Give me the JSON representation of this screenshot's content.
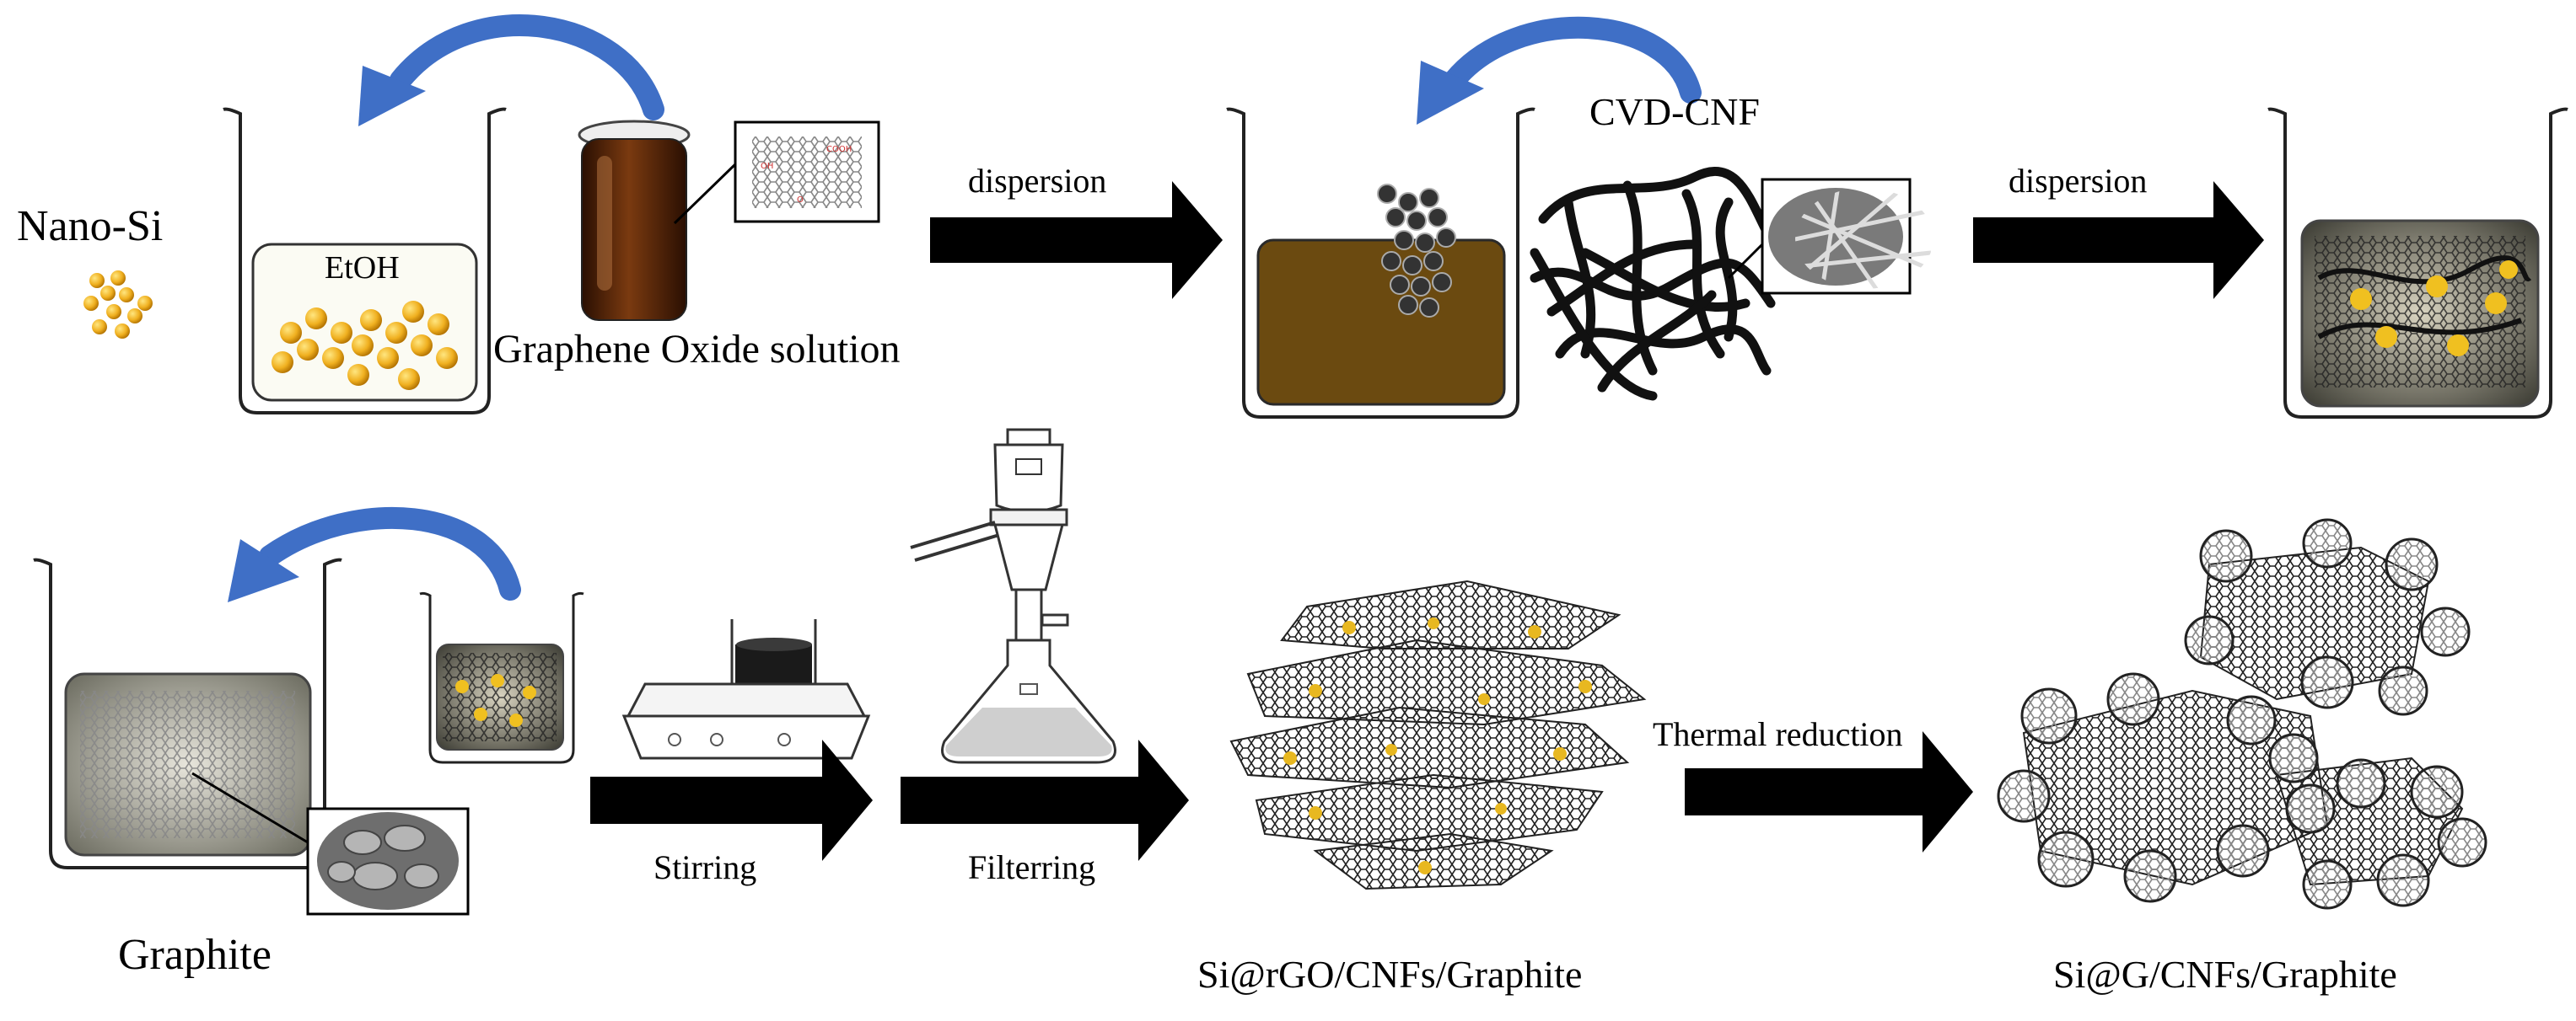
{
  "labels": {
    "nano_si": "Nano-Si",
    "etoh": "EtOH",
    "graphene_oxide": "Graphene Oxide solution",
    "dispersion_1": "dispersion",
    "cvd_cnf": "CVD-CNF",
    "dispersion_2": "dispersion",
    "graphite": "Graphite",
    "stirring": "Stirring",
    "filtering": "Filterring",
    "thermal_reduction": "Thermal reduction",
    "intermediate_product": "Si@rGO/CNFs/Graphite",
    "final_product": "Si@G/CNFs/Graphite"
  },
  "colors": {
    "process_arrow": "#000000",
    "transfer_arrow": "#3f6fc6",
    "nano_si_particle": "#f0b020",
    "go_solution": "#5a2a0a",
    "dispersion_liquid": "#6b4a10",
    "cnf_fiber": "#111111",
    "graphite_sheet": "#9a9a9a"
  },
  "icons": {
    "transfer": "curved-transfer-arrow-icon",
    "process": "block-process-arrow-icon"
  }
}
